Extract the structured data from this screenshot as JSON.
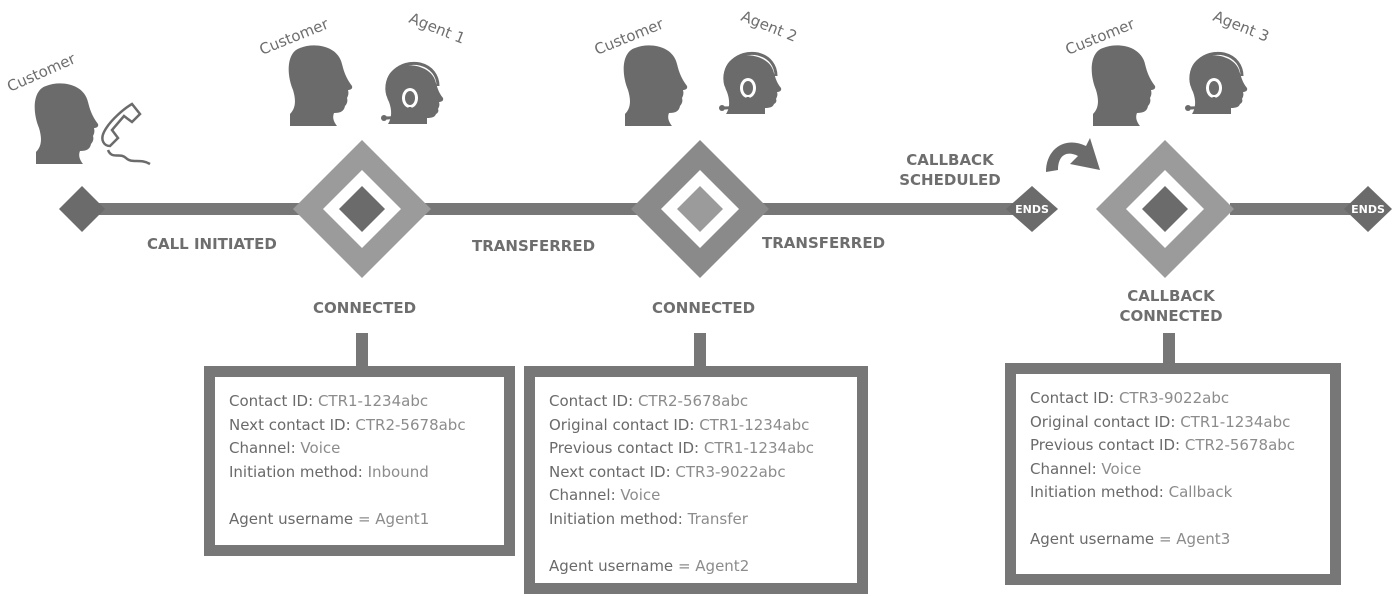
{
  "roles": {
    "start_customer": "Customer",
    "customer1": "Customer",
    "agent1": "Agent 1",
    "customer2": "Customer",
    "agent2": "Agent 2",
    "customer3": "Customer",
    "agent3": "Agent 3"
  },
  "flow": {
    "call_initiated": "CALL INITIATED",
    "connected1": "CONNECTED",
    "transferred1": "TRANSFERRED",
    "connected2": "CONNECTED",
    "transferred2": "TRANSFERRED",
    "callback_line1": "CALLBACK",
    "callback_line2": "SCHEDULED",
    "ends1": "ENDS",
    "callback_connected_line1": "CALLBACK",
    "callback_connected_line2": "CONNECTED",
    "ends2": "ENDS"
  },
  "boxes": {
    "box1": [
      {
        "label": "Contact ID:",
        "value": "CTR1-1234abc"
      },
      {
        "label": "Next contact ID:",
        "value": "CTR2-5678abc"
      },
      {
        "label": "Channel:",
        "value": "Voice"
      },
      {
        "label": "Initiation method:",
        "value": "Inbound"
      },
      {
        "label": "Agent username",
        "value": "= Agent1"
      }
    ],
    "box2": [
      {
        "label": "Contact ID:",
        "value": "CTR2-5678abc"
      },
      {
        "label": "Original contact ID:",
        "value": "CTR1-1234abc"
      },
      {
        "label": "Previous contact ID:",
        "value": "CTR1-1234abc"
      },
      {
        "label": "Next contact ID:",
        "value": "CTR3-9022abc"
      },
      {
        "label": "Channel:",
        "value": "Voice"
      },
      {
        "label": "Initiation method:",
        "value": "Transfer"
      },
      {
        "label": "Agent username",
        "value": "= Agent2"
      }
    ],
    "box3": [
      {
        "label": "Contact ID:",
        "value": "CTR3-9022abc"
      },
      {
        "label": "Original contact ID:",
        "value": "CTR1-1234abc"
      },
      {
        "label": "Previous contact ID:",
        "value": "CTR2-5678abc"
      },
      {
        "label": "Channel:",
        "value": "Voice"
      },
      {
        "label": "Initiation method:",
        "value": "Callback"
      },
      {
        "label": "Agent username",
        "value": "= Agent3"
      }
    ]
  },
  "colors": {
    "line": "#777777",
    "icon": "#6b6b6b",
    "diamond_outer": "#9b9b9b",
    "diamond_inner": "#6b6b6b",
    "diamond_inner_light": "#999999",
    "text": "#6e6e6e"
  },
  "icons": [
    "customer-head-icon",
    "phone-icon",
    "agent-headset-icon",
    "curved-arrow-icon"
  ]
}
